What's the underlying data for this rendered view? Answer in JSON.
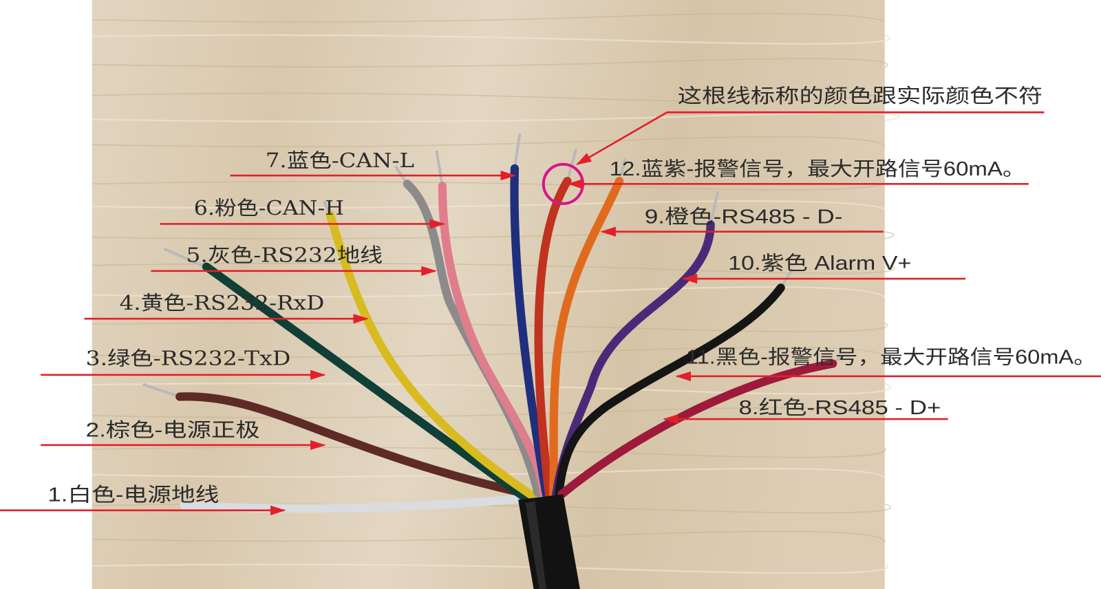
{
  "note": "这根线标称的颜色跟实际颜色不符",
  "labels": {
    "w1": "1.白色-电源地线",
    "w2": "2.棕色-电源正极",
    "w3": "3.绿色-RS232-TxD",
    "w4": "4.黄色-RS232-RxD",
    "w5": "5.灰色-RS232地线",
    "w6": "6.粉色-CAN-H",
    "w7": "7.蓝色-CAN-L",
    "w8": "8.红色-RS485 - D+",
    "w9": "9.橙色-RS485 - D-",
    "w10": "10.紫色 Alarm V+",
    "w11": "11.黑色-报警信号，最大开路信号60mA。",
    "w12": "12.蓝紫-报警信号，最大开路信号60mA。"
  },
  "colors": {
    "pointer": "#e2202b",
    "highlight_circle": "#d6168c",
    "wire_white": "#d9dde0",
    "wire_brown": "#5e2a26",
    "wire_green": "#0f3f36",
    "wire_yellow": "#d8bb1e",
    "wire_grey": "#8d8a8c",
    "wire_pink": "#e07d8c",
    "wire_blue": "#1f2f7e",
    "wire_red": "#c1321f",
    "wire_orange": "#e06b1f",
    "wire_purple": "#4a2a78",
    "wire_black": "#151515",
    "wire_crimson": "#9e1a3a"
  }
}
